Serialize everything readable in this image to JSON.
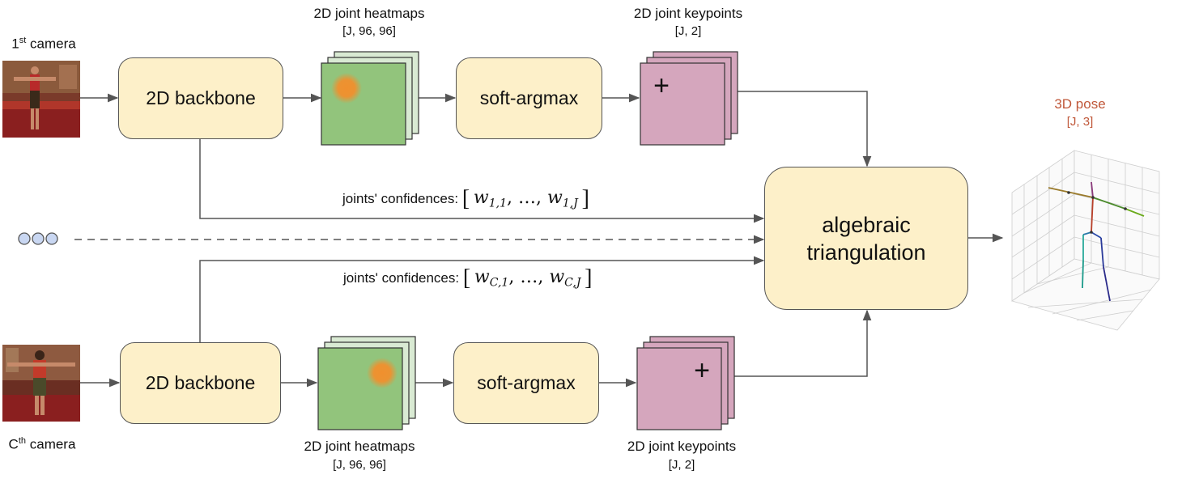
{
  "cameras": {
    "first": {
      "label_main": "1",
      "label_sup": "st",
      "label_rest": " camera"
    },
    "last": {
      "label_main": "C",
      "label_sup": "th",
      "label_rest": " camera"
    }
  },
  "blocks": {
    "backbone_label": "2D backbone",
    "softargmax_label": "soft-argmax",
    "triangulation_line1": "algebraic",
    "triangulation_line2": "triangulation"
  },
  "heatmaps": {
    "label": "2D joint heatmaps",
    "shape": "[J, 96, 96]"
  },
  "keypoints": {
    "label": "2D joint keypoints",
    "shape": "[J, 2]",
    "marker": "+"
  },
  "confidences": {
    "prefix": "joints' confidences:",
    "top": {
      "first": "w",
      "first_sub": "1,1",
      "sep": ", …, ",
      "last": "w",
      "last_sub": "1,J"
    },
    "bottom": {
      "first": "w",
      "first_sub": "C,1",
      "sep": ", …, ",
      "last": "w",
      "last_sub": "C,J"
    },
    "open": "[",
    "close": "]"
  },
  "output": {
    "label": "3D pose",
    "shape": "[J, 3]"
  },
  "colors": {
    "block_fill": "#fdf0c9",
    "heatmap_front": "#92c47c",
    "heatmap_back": "#d9ead3",
    "heat_spot": "#f0902e",
    "keypoint_fill": "#d5a6bd",
    "output_text": "#c0583a",
    "arrow": "#555555"
  }
}
